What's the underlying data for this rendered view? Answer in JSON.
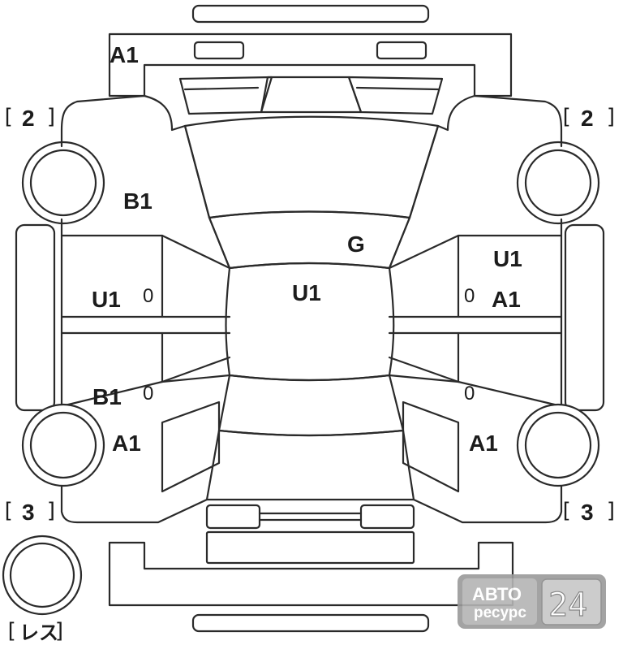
{
  "damage_codes": {
    "front_bumper_left": "A1",
    "left_front_fender": "B1",
    "windshield": "G",
    "roof": "U1",
    "right_front_door_1": "U1",
    "right_front_door_2": "A1",
    "left_front_door": "U1",
    "left_rear_door": "B1",
    "left_rear_fender": "A1",
    "right_rear_fender": "A1"
  },
  "door_values": {
    "left_front": "0",
    "left_rear": "0",
    "right_front": "0",
    "right_rear": "0"
  },
  "wheel_codes": {
    "front_left": "2",
    "front_right": "2",
    "rear_left": "3",
    "rear_right": "3",
    "spare": "レス"
  },
  "watermark": {
    "line1": "АВТО",
    "line2": "ресурс",
    "digits": "24"
  }
}
